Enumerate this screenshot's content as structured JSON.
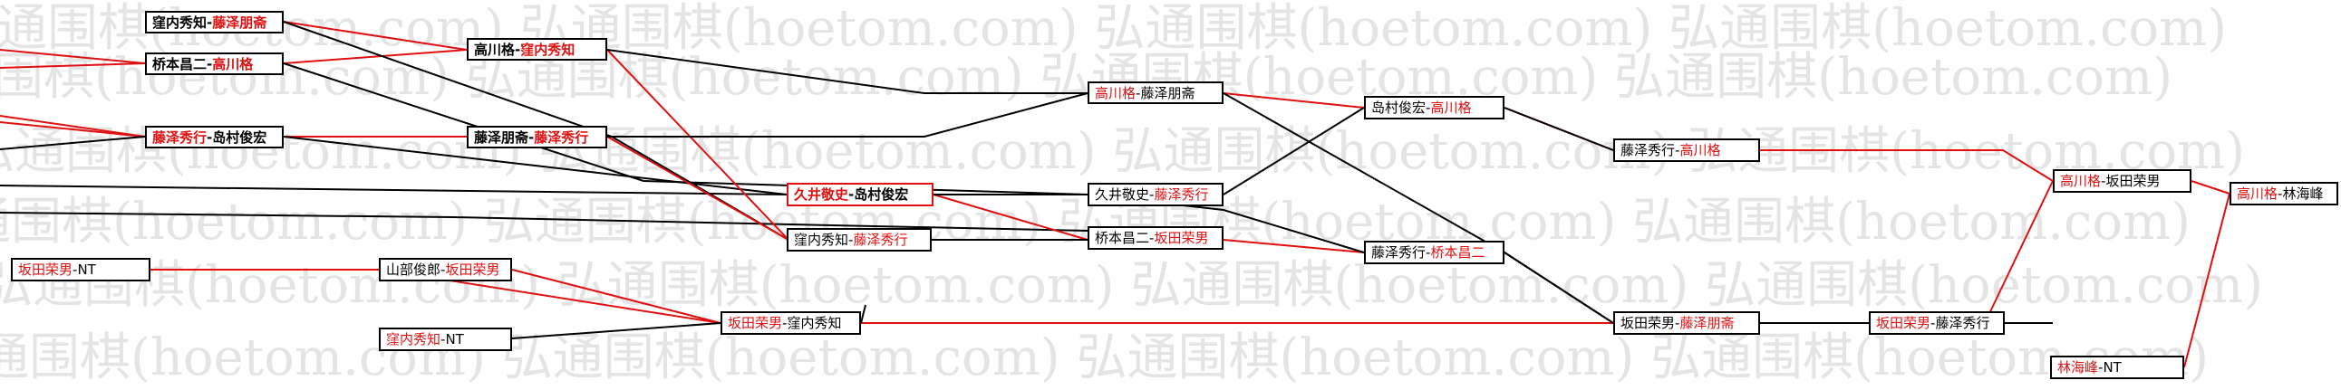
{
  "watermark": "弘通围棋(hoetom.com) 弘通围棋(hoetom.com) 弘通围棋(hoetom.com) 弘通围棋(hoetom.com)",
  "colors": {
    "winner": "#e01010",
    "line": "#000000"
  },
  "matches": [
    {
      "id": "r1a",
      "winner": "藤泽朋斋",
      "loser": "窪内秀知",
      "winner_first": false,
      "sep": "-",
      "style": "black"
    },
    {
      "id": "r1b",
      "winner": "高川格",
      "loser": "桥本昌二",
      "winner_first": false,
      "sep": "-",
      "style": "black"
    },
    {
      "id": "r1c",
      "winner": "藤泽秀行",
      "loser": "岛村俊宏",
      "winner_first": true,
      "sep": "-",
      "style": "black"
    },
    {
      "id": "r1d",
      "winner": "坂田荣男",
      "loser": "NT",
      "winner_first": true,
      "sep": "-",
      "style": "red"
    },
    {
      "id": "r1e",
      "winner": "坂田荣男",
      "loser": "山部俊郎",
      "winner_first": false,
      "sep": "-",
      "style": "black"
    },
    {
      "id": "r1f",
      "winner": "窪内秀知",
      "loser": "NT",
      "winner_first": true,
      "sep": "-",
      "style": "black"
    },
    {
      "id": "r2a",
      "winner": "窪内秀知",
      "loser": "高川格",
      "winner_first": false,
      "sep": "-",
      "style": "black"
    },
    {
      "id": "r2b",
      "winner": "藤泽秀行",
      "loser": "藤泽朋斋",
      "winner_first": false,
      "sep": "-",
      "style": "black"
    },
    {
      "id": "r2c",
      "winner": "藤泽秀行",
      "loser": "窪内秀知",
      "winner_first": false,
      "sep": "-",
      "style": "black"
    },
    {
      "id": "r2d",
      "winner": "坂田荣男",
      "loser": "窪内秀知",
      "winner_first": true,
      "sep": "-",
      "style": "red"
    },
    {
      "id": "r3a",
      "winner": "高川格",
      "loser": "藤泽朋斋",
      "winner_first": true,
      "sep": "-",
      "style": "black"
    },
    {
      "id": "r3b",
      "winner": "久井敬史",
      "loser": "岛村俊宏",
      "winner_first": true,
      "sep": "-",
      "style": "red"
    },
    {
      "id": "r3c",
      "winner": "坂田荣男",
      "loser": "桥本昌二",
      "winner_first": false,
      "sep": "-",
      "style": "black"
    },
    {
      "id": "r3d",
      "winner": "藤泽秀行",
      "loser": "久井敬史",
      "winner_first": false,
      "sep": "-",
      "style": "black"
    },
    {
      "id": "r4a",
      "winner": "高川格",
      "loser": "岛村俊宏",
      "winner_first": false,
      "sep": "-",
      "style": "black"
    },
    {
      "id": "r4b",
      "winner": "桥本昌二",
      "loser": "藤泽秀行",
      "winner_first": false,
      "sep": "-",
      "style": "black"
    },
    {
      "id": "r5a",
      "winner": "高川格",
      "loser": "藤泽秀行",
      "winner_first": false,
      "sep": "-",
      "style": "black"
    },
    {
      "id": "r5b",
      "winner": "藤泽朋斋",
      "loser": "坂田荣男",
      "winner_first": false,
      "sep": "-",
      "style": "black"
    },
    {
      "id": "r6a",
      "winner": "高川格",
      "loser": "坂田荣男",
      "winner_first": true,
      "sep": "-",
      "style": "black"
    },
    {
      "id": "r6b",
      "winner": "坂田荣男",
      "loser": "藤泽秀行",
      "winner_first": true,
      "sep": "-",
      "style": "black"
    },
    {
      "id": "r6c",
      "winner": "林海峰",
      "loser": "NT",
      "winner_first": true,
      "sep": "-",
      "style": "black"
    },
    {
      "id": "r7a",
      "winner": "高川格",
      "loser": "林海峰",
      "winner_first": true,
      "sep": "-",
      "style": "black"
    }
  ],
  "bold_matches": [
    "r1a",
    "r1b",
    "r1c",
    "r2a",
    "r2b",
    "r3b"
  ],
  "truncated_labels": {
    "r4b": "藤泽秀行-桥本昌二"
  }
}
